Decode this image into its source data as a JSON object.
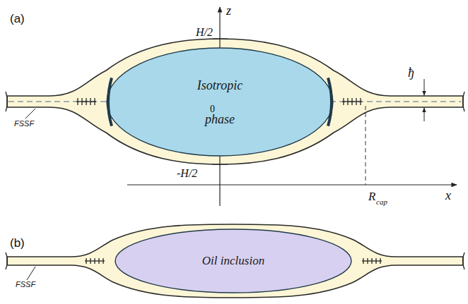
{
  "diagram": {
    "nodes": [
      {
        "text": [
          "Isotropic phase"
        ]
      },
      {
        "text": [
          "Oil inclusion"
        ]
      }
    ],
    "labels": [
      "(a)",
      "z",
      "H/2",
      "0",
      "-H/2",
      "ђ",
      "R",
      "cap",
      "x",
      "FSSF",
      "(b)",
      "FSSF"
    ]
  }
}
